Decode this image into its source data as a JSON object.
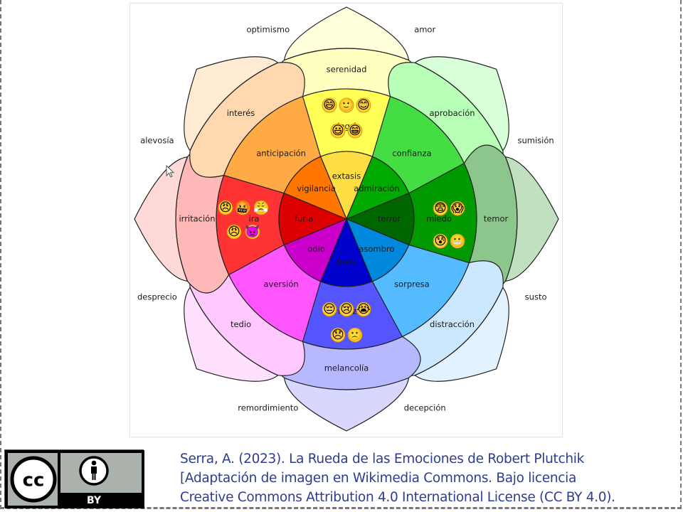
{
  "wheel": {
    "petals": [
      {
        "name": "optimism-yellow",
        "inner": "extasis",
        "middle": "alegría",
        "outer": "serenidad",
        "colors": [
          "#ffdd44",
          "#ffff55",
          "#ffffc0"
        ]
      },
      {
        "name": "trust-green",
        "inner": "admiración",
        "middle": "confianza",
        "outer": "aprobación",
        "colors": [
          "#00aa00",
          "#44dd44",
          "#b8ffb8"
        ]
      },
      {
        "name": "fear-darkgreen",
        "inner": "terror",
        "middle": "miedo",
        "outer": "temor",
        "colors": [
          "#006600",
          "#009900",
          "#8cc68c"
        ]
      },
      {
        "name": "surprise-blue",
        "inner": "asombro",
        "middle": "sorpresa",
        "outer": "distracción",
        "colors": [
          "#0088dd",
          "#55bbff",
          "#cce8ff"
        ]
      },
      {
        "name": "sadness-indigo",
        "inner": "pena",
        "middle": "tristeza",
        "outer": "melancolía",
        "colors": [
          "#0000cc",
          "#5555ff",
          "#b8b8ff"
        ]
      },
      {
        "name": "disgust-purple",
        "inner": "odio",
        "middle": "aversión",
        "outer": "tedio",
        "colors": [
          "#cc00cc",
          "#ff55ff",
          "#ffc8ff"
        ]
      },
      {
        "name": "anger-red",
        "inner": "furia",
        "middle": "ira",
        "outer": "irritación",
        "colors": [
          "#dd0000",
          "#ff3333",
          "#ffb8b8"
        ]
      },
      {
        "name": "anticipation-orange",
        "inner": "vigilancia",
        "middle": "anticipación",
        "outer": "interés",
        "colors": [
          "#ff7700",
          "#ffaa44",
          "#ffd8b0"
        ]
      }
    ],
    "dyads": [
      "amor",
      "sumisión",
      "susto",
      "decepción",
      "remordimiento",
      "desprecio",
      "alevosía",
      "optimismo"
    ],
    "emoji_groups": {
      "alegria": [
        "😄",
        "🙂",
        "😊",
        "😃",
        "😁"
      ],
      "miedo": [
        "😨",
        "😱",
        "😰",
        "😬"
      ],
      "ira": [
        "😠",
        "🤬",
        "😤",
        "😠",
        "👿"
      ],
      "tristeza": [
        "😔",
        "😢",
        "😭",
        "😞",
        "🙁"
      ]
    }
  },
  "license": {
    "badge_cc": "cc",
    "badge_by": "BY",
    "icons": [
      "creative-commons-icon",
      "attribution-person-icon"
    ]
  },
  "credit_lines": [
    "Serra, A. (2023).  La  Rueda de las  Emociones de  Robert  Plutchik",
    "[Adaptación de imagen en Wikimedia Commons.  Bajo licencia",
    "Creative Commons Attribution 4.0  International  License (CC  BY 4.0)."
  ]
}
